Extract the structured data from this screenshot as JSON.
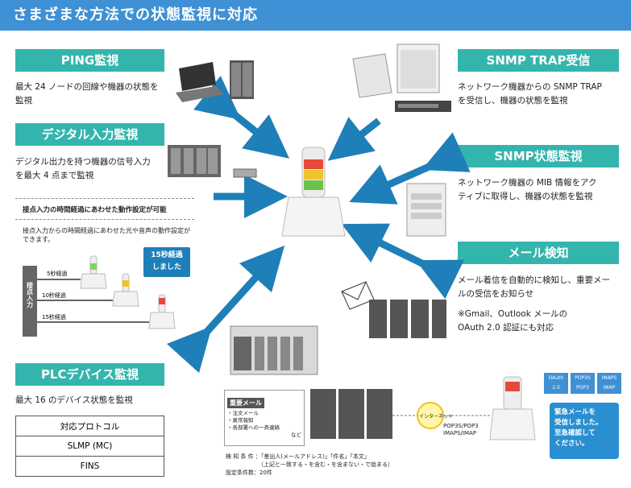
{
  "banner": {
    "title": "さまざまな方法での状態監視に対応"
  },
  "ping": {
    "title": "PING監視",
    "desc1": "最大 24 ノードの回線や機器の状態を",
    "desc2": "監視"
  },
  "digital": {
    "title": "デジタル入力監視",
    "desc1": "デジタル出力を持つ機器の信号入力",
    "desc2": "を最大 4 点まで監視"
  },
  "timer": {
    "heading": "接点入力の時間経過にあわせた動作設定が可能",
    "text1": "接点入力からの時間経過にあわせた光や音声の動作設定が",
    "text2": "できます。",
    "callout1": "15秒経過",
    "callout2": "しました",
    "label_contact": "接点入力",
    "t5": "5秒経過",
    "t10": "10秒経過",
    "t15": "15秒経過"
  },
  "plc": {
    "title": "PLCデバイス監視",
    "desc": "最大 16 のデバイス状態を監視",
    "table_header": "対応プロトコル",
    "rows": [
      "SLMP (MC)",
      "FINS"
    ]
  },
  "snmptrap": {
    "title": "SNMP TRAP受信",
    "desc1": "ネットワーク機器からの SNMP TRAP",
    "desc2": "を受信し、機器の状態を監視"
  },
  "snmp": {
    "title": "SNMP状態監視",
    "desc1": "ネットワーク機器の MIB 情報をアク",
    "desc2": "ティブに取得し、機器の状態を監視"
  },
  "mail": {
    "title": "メール検知",
    "desc1": "メール着信を自動的に検知し、重要メー",
    "desc2": "ルの受信をお知らせ",
    "note1": "※Gmail、Outlook メールの",
    "note2": "OAuth 2.0 認証にも対応"
  },
  "mailbox": {
    "title": "重要メール",
    "items": [
      "・注文メール",
      "・異常報知",
      "・各部署への一斉連絡",
      "など"
    ]
  },
  "internet": {
    "label": "インターネット"
  },
  "protocols": {
    "line1": "POP3S/POP3",
    "line2": "IMAPS/IMAP"
  },
  "badges": [
    "OAuth 2.0",
    "POP3S POP3",
    "IMAPS IMAP"
  ],
  "alert": {
    "line1": "緊急メールを",
    "line2": "受信しました。",
    "line3": "至急確認して",
    "line4": "ください。"
  },
  "conditions": {
    "line1": "検 知 条 件 ：「差出人(メールアドレス)」「件名」「本文」",
    "line2": "（上記と一致する・を含む・を含まない・で始まる）",
    "line3": "設定条件数：20件"
  },
  "colors": {
    "banner": "#3f90d4",
    "teal": "#33b5ad",
    "arrow": "#1f7fb8",
    "alert_bg": "#2a8fd0"
  }
}
